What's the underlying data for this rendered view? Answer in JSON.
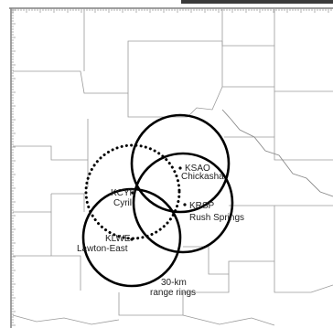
{
  "map": {
    "radars": [
      {
        "id": "KSAO",
        "city": "Chickasha",
        "ring_style": "solid"
      },
      {
        "id": "KCYR",
        "city": "Cyril",
        "ring_style": "dotted"
      },
      {
        "id": "KRSP",
        "city": "Rush Springs",
        "ring_style": "solid"
      },
      {
        "id": "KLWE",
        "city": "Lawton-East",
        "ring_style": "solid"
      }
    ],
    "ring_label_line1": "30-km",
    "ring_label_line2": "range rings",
    "colors": {
      "ring": "#000000",
      "county_lines": "#9a9a9a",
      "frame": "#808080",
      "background": "#ffffff"
    }
  }
}
